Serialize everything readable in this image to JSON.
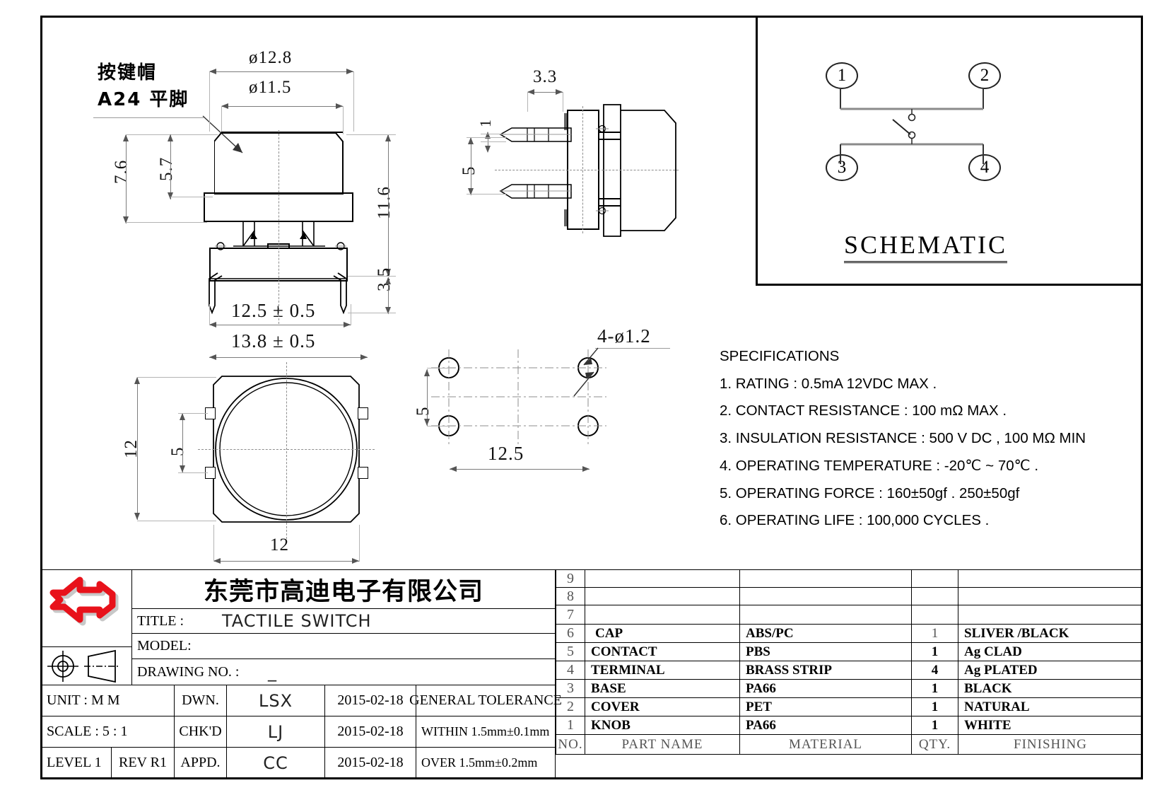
{
  "sheet": {
    "note_cjk_line1": "按键帽",
    "note_cjk_line2": "A24 平脚"
  },
  "dimensions": {
    "front_cap_outer": "ø12.8",
    "front_cap_inner": "ø11.5",
    "front_total_height": "7.6",
    "front_cap_height": "5.7",
    "front_overall_height": "11.6",
    "front_lead_length": "3.5",
    "front_width_tol": "12.5 ± 0.5",
    "front_flange_width_tol": "13.8 ± 0.5",
    "side_thickness": "3.3",
    "side_pin_height": "1",
    "side_pin_pitch": "5",
    "bottom_body_height": "12",
    "bottom_terminal_pitch": "5",
    "bottom_body_width": "12",
    "pcb_hole_callout": "4-ø1.2",
    "pcb_hole_pitch_v": "5",
    "pcb_hole_pitch_h": "12.5"
  },
  "schematic": {
    "title": "SCHEMATIC",
    "pins": [
      "1",
      "2",
      "3",
      "4"
    ]
  },
  "specifications": {
    "heading": "SPECIFICATIONS",
    "items": [
      "1. RATING : 0.5mA 12VDC MAX .",
      "2. CONTACT RESISTANCE : 100 mΩ MAX .",
      "3. INSULATION RESISTANCE : 500 V DC , 100 MΩ MIN",
      "4. OPERATING TEMPERATURE : -20℃ ~ 70℃ .",
      "5. OPERATING FORCE : 160±50gf . 250±50gf",
      "6. OPERATING LIFE : 100,000 CYCLES ."
    ]
  },
  "title_block": {
    "company": "东莞市高迪电子有限公司",
    "title_label": "TITLE :",
    "title_value": "TACTILE SWITCH",
    "model_label": "MODEL:",
    "model_value": "",
    "drawing_no_label": "DRAWING NO.  :",
    "drawing_no_value": "_",
    "unit_label": "UNIT    :    M M",
    "scale_label": "SCALE  :   5 : 1",
    "level_label": "LEVEL 1",
    "rev_label": "REV  R1",
    "roles": [
      "DWN.",
      "CHK'D",
      "APPD."
    ],
    "names": [
      "LSX",
      "LJ",
      "CC"
    ],
    "dates": [
      "2015-02-18",
      "2015-02-18",
      "2015-02-18"
    ],
    "tolerance_header": "GENERAL  TOLERANCE",
    "tolerance_within": "WITHIN  1.5mm±0.1mm",
    "tolerance_over": "OVER      1.5mm±0.2mm"
  },
  "bom": {
    "headers": [
      "NO.",
      "PART   NAME",
      "MATERIAL",
      "QTY.",
      "FINISHING"
    ],
    "rows": [
      {
        "no": "9",
        "part": "",
        "material": "",
        "qty": "",
        "finishing": ""
      },
      {
        "no": "8",
        "part": "",
        "material": "",
        "qty": "",
        "finishing": ""
      },
      {
        "no": "7",
        "part": "",
        "material": "",
        "qty": "",
        "finishing": ""
      },
      {
        "no": "6",
        "part": "CAP",
        "material": "ABS/PC",
        "qty": "1",
        "finishing": "SLIVER /BLACK"
      },
      {
        "no": "5",
        "part": "CONTACT",
        "material": "PBS",
        "qty": "1",
        "finishing": "Ag CLAD"
      },
      {
        "no": "4",
        "part": "TERMINAL",
        "material": "BRASS STRIP",
        "qty": "4",
        "finishing": "Ag PLATED"
      },
      {
        "no": "3",
        "part": "BASE",
        "material": "PA66",
        "qty": "1",
        "finishing": "BLACK"
      },
      {
        "no": "2",
        "part": "COVER",
        "material": "PET",
        "qty": "1",
        "finishing": "NATURAL"
      },
      {
        "no": "1",
        "part": "KNOB",
        "material": "PA66",
        "qty": "1",
        "finishing": "WHITE"
      }
    ]
  },
  "colors": {
    "logo_red": "#e8121b",
    "line": "#000000"
  }
}
